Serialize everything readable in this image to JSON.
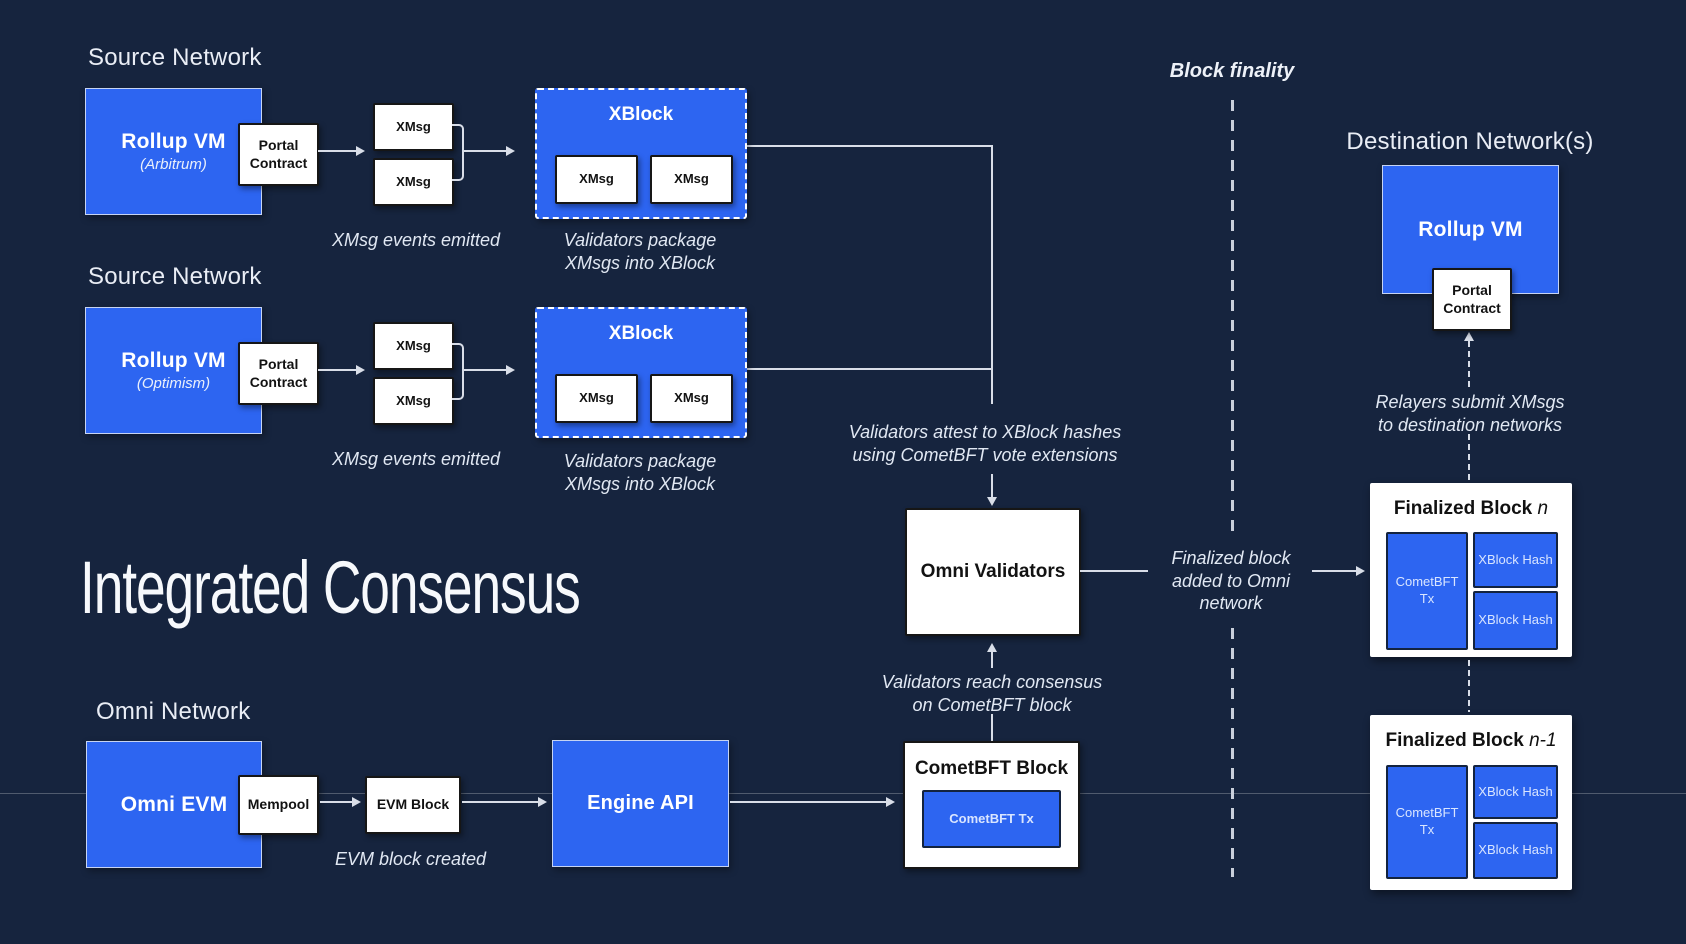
{
  "title": "Integrated Consensus",
  "labels": {
    "source1": "Source Network",
    "source2": "Source Network",
    "omni": "Omni Network",
    "destination": "Destination Network(s)",
    "finality": "Block finality"
  },
  "source1": {
    "vm": "Rollup VM",
    "variant": "(Arbitrum)",
    "portal1": "Portal",
    "portal2": "Contract",
    "xmsg1": "XMsg",
    "xmsg2": "XMsg",
    "xblock": "XBlock",
    "xblock_xmsg1": "XMsg",
    "xblock_xmsg2": "XMsg",
    "events": "XMsg events emitted",
    "package1": "Validators package",
    "package2": "XMsgs into XBlock"
  },
  "source2": {
    "vm": "Rollup VM",
    "variant": "(Optimism)",
    "portal1": "Portal",
    "portal2": "Contract",
    "xmsg1": "XMsg",
    "xmsg2": "XMsg",
    "xblock": "XBlock",
    "xblock_xmsg1": "XMsg",
    "xblock_xmsg2": "XMsg",
    "events": "XMsg events emitted",
    "package1": "Validators package",
    "package2": "XMsgs into XBlock"
  },
  "omni": {
    "evm": "Omni EVM",
    "mempool": "Mempool",
    "evm_block": "EVM Block",
    "evm_caption": "EVM block created",
    "engine": "Engine API",
    "cometbft_title": "CometBFT Block",
    "cometbft_tx": "CometBFT Tx"
  },
  "consensus": {
    "validators": "Omni Validators",
    "attest1": "Validators attest to XBlock hashes",
    "attest2": "using CometBFT vote extensions",
    "reach1": "Validators reach consensus",
    "reach2": "on CometBFT block",
    "finalized1": "Finalized block",
    "finalized2": "added to Omni",
    "finalized3": "network"
  },
  "destination": {
    "vm": "Rollup VM",
    "portal1": "Portal",
    "portal2": "Contract",
    "relayers1": "Relayers submit XMsgs",
    "relayers2": "to destination networks"
  },
  "block_n": {
    "title": "Finalized Block",
    "suffix": "n",
    "tx": "CometBFT Tx",
    "hash1": "XBlock Hash",
    "hash2": "XBlock Hash"
  },
  "block_n1": {
    "title": "Finalized Block",
    "suffix": "n-1",
    "tx": "CometBFT Tx",
    "hash1": "XBlock Hash",
    "hash2": "XBlock Hash"
  },
  "colors": {
    "background": "#16243E",
    "blue": "#2D65F1",
    "white": "#FFFFFF",
    "line": "#D9DEE8",
    "dash": "#C9CFDB"
  }
}
